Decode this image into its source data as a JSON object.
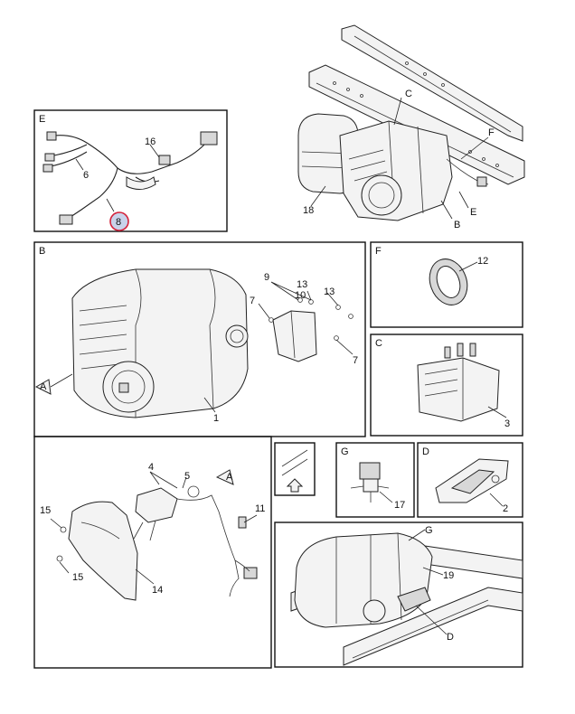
{
  "callouts": {
    "c1": "1",
    "c2": "2",
    "c3": "3",
    "c4": "4",
    "c5": "5",
    "c6": "6",
    "c7a": "7",
    "c7b": "7",
    "c8": "8",
    "c9": "9",
    "c10": "10",
    "c11": "11",
    "c12": "12",
    "c13a": "13",
    "c13b": "13",
    "c14": "14",
    "c15a": "15",
    "c15b": "15",
    "c16": "16",
    "c17": "17",
    "c18": "18",
    "c19": "19"
  },
  "views": {
    "main_C": "C",
    "main_F": "F",
    "main_E": "E",
    "main_B": "B",
    "box_E": "E",
    "box_B": "B",
    "box_F": "F",
    "box_C": "C",
    "box_G": "G",
    "box_D": "D",
    "sub_G": "G",
    "sub_D": "D",
    "ref_A1": "A",
    "ref_A2": "A"
  },
  "highlight": {
    "callout": "8",
    "fill": "#c9d2ea",
    "ring": "#d4213a"
  }
}
